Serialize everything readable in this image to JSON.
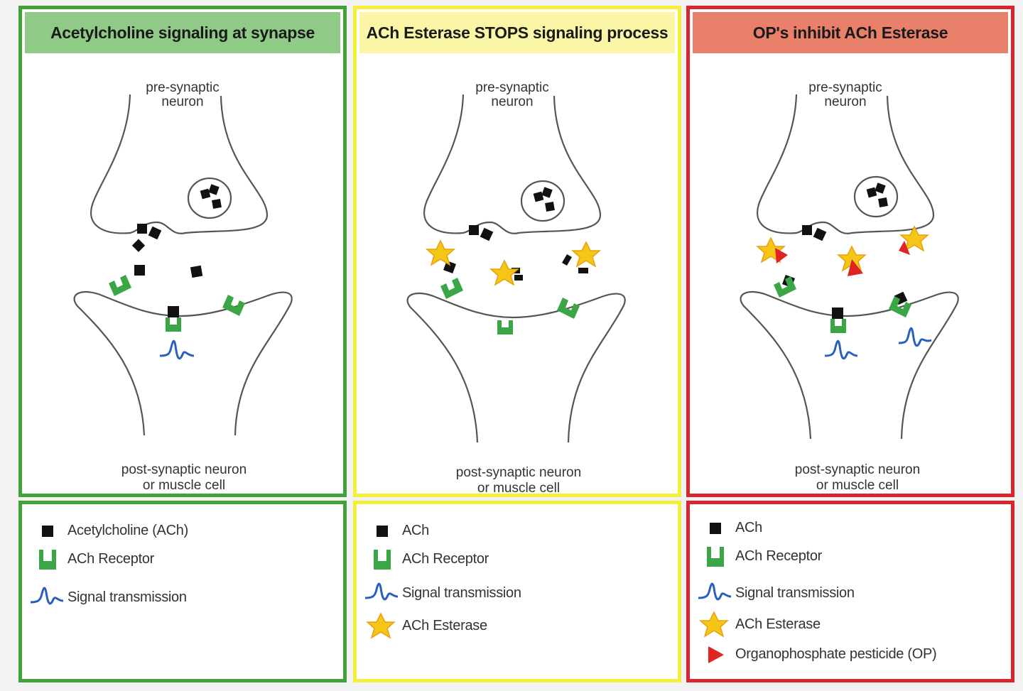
{
  "colors": {
    "green": "#3fa33a",
    "yellow": "#f5ef38",
    "red": "#d9262e",
    "receptor": "#3aa646",
    "signal": "#2a5fbf",
    "esterase": "#f5c518",
    "op": "#e02323"
  },
  "panels": [
    {
      "title": "Acetylcholine signaling at synapse",
      "pre_label": [
        "pre-synaptic",
        "neuron"
      ],
      "post_label": [
        "post-synaptic neuron",
        "or muscle cell"
      ],
      "legend": [
        {
          "icon": "ach-square-icon",
          "text": "Acetylcholine (ACh)"
        },
        {
          "icon": "receptor-icon",
          "text": "ACh Receptor"
        },
        {
          "icon": "signal-wave-icon",
          "text": "Signal transmission"
        }
      ]
    },
    {
      "title": "ACh Esterase STOPS signaling process",
      "pre_label": [
        "pre-synaptic",
        "neuron"
      ],
      "post_label": [
        "post-synaptic neuron",
        "or muscle cell"
      ],
      "legend": [
        {
          "icon": "ach-square-icon",
          "text": "ACh"
        },
        {
          "icon": "receptor-icon",
          "text": "ACh Receptor"
        },
        {
          "icon": "signal-wave-icon",
          "text": "Signal transmission"
        },
        {
          "icon": "esterase-star-icon",
          "text": "ACh Esterase"
        }
      ]
    },
    {
      "title": "OP's inhibit ACh Esterase",
      "pre_label": [
        "pre-synaptic",
        "neuron"
      ],
      "post_label": [
        "post-synaptic neuron",
        "or muscle cell"
      ],
      "legend": [
        {
          "icon": "ach-square-icon",
          "text": "ACh"
        },
        {
          "icon": "receptor-icon",
          "text": "ACh Receptor"
        },
        {
          "icon": "signal-wave-icon",
          "text": "Signal transmission"
        },
        {
          "icon": "esterase-star-icon",
          "text": "ACh Esterase"
        },
        {
          "icon": "op-triangle-icon",
          "text": "Organophosphate pesticide (OP)"
        }
      ]
    }
  ]
}
